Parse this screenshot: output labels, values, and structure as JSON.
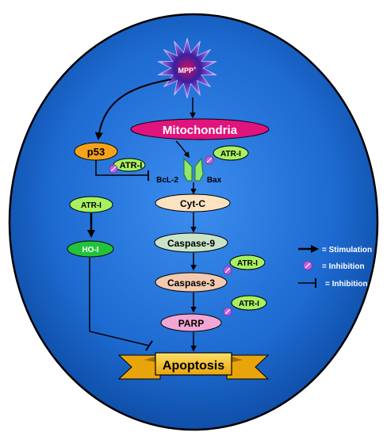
{
  "nodes": {
    "mpp": "MPP",
    "mpp_sup": "+",
    "mitochondria": "Mitochondria",
    "p53": "p53",
    "atr_i_p53": "ATR-I",
    "bcl2": "BcL-2",
    "bax": "Bax",
    "atr_i_bax": "ATR-I",
    "cytc": "Cyt-C",
    "caspase9": "Caspase-9",
    "atr_i_casp3": "ATR-I",
    "caspase3": "Caspase-3",
    "atr_i_parp": "ATR-I",
    "parp": "PARP",
    "atr_i_left": "ATR-I",
    "ho1": "HO-I",
    "apoptosis": "Apoptosis"
  },
  "legend": {
    "stimulation": "=  Stimulation",
    "inhibition_circle": "=  Inhibition",
    "inhibition_bar": "=  Inhibition"
  },
  "colors": {
    "cell_fill": "#1e6fd4",
    "cell_edge": "#000000",
    "mitochondria": "#e0147c",
    "p53": "#f7a21b",
    "atr_i": "#a8f060",
    "ho1": "#22c33a",
    "cytc": "#fde2c2",
    "caspase9": "#c9e3c8",
    "caspase3": "#f3cab0",
    "parp": "#f1a6d4",
    "apoptosis": "#f5c518",
    "inhibit_circle": "#c060e0"
  }
}
